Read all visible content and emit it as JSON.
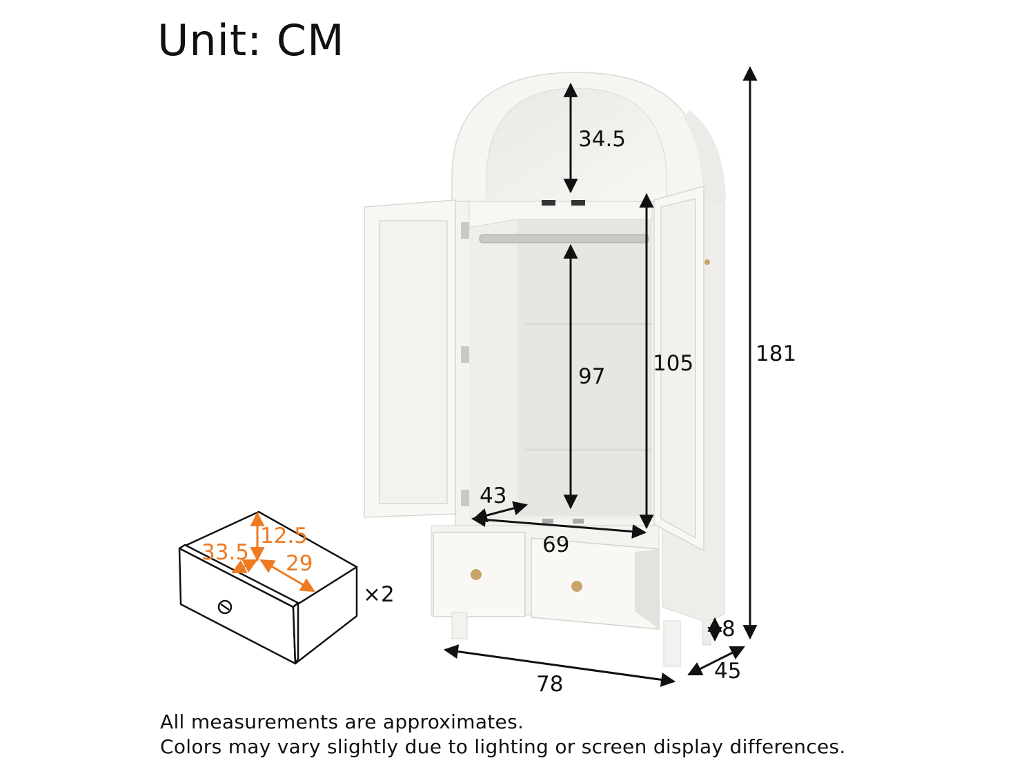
{
  "header": {
    "unit_label": "Unit: CM"
  },
  "dimensions": {
    "arch_height": "34.5",
    "hanging_height": "97",
    "interior_height": "105",
    "total_height": "181",
    "interior_depth": "43",
    "interior_width": "69",
    "total_width": "78",
    "total_depth": "45",
    "leg_height": "8"
  },
  "drawer": {
    "depth": "33.5",
    "height": "12.5",
    "width": "29",
    "quantity": "×2"
  },
  "colors": {
    "accent": "#ee7a22",
    "furniture": "#f6f5f2",
    "line": "#111111"
  },
  "notes": [
    "All measurements are approximates.",
    "Colors may vary slightly due to lighting or screen display differences."
  ]
}
